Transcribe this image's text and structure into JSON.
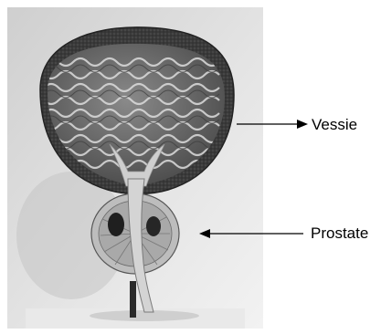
{
  "labels": {
    "vessie": "Vessie",
    "prostate": "Prostate"
  },
  "photo": {
    "subject": "anatomical-model-bladder-prostate",
    "colors": {
      "wall_bg": "#d9d9d9",
      "bladder_outer": "#3a3a3a",
      "bladder_inner": "#6f6f6f",
      "urethra": "#d2d2d2"
    }
  }
}
